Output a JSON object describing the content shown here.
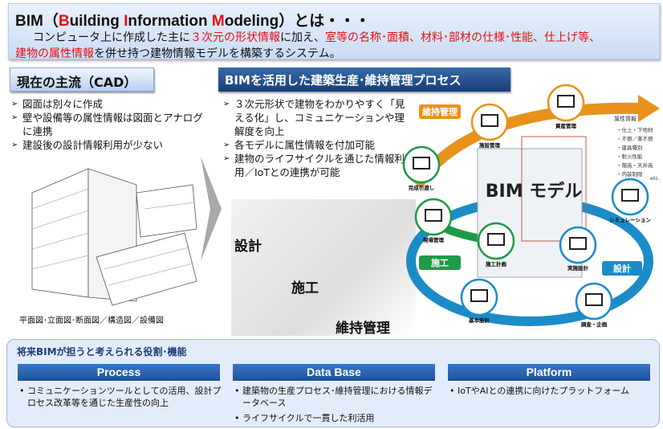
{
  "header": {
    "title_parts": [
      "BIM（",
      "B",
      "uilding ",
      "I",
      "nformation ",
      "M",
      "odeling）とは・・・"
    ],
    "line1_parts": [
      "コンピュータ上に作成した主に",
      "３次元の形状情報",
      "に加え、",
      "室等の名称･面積、材料･部材の仕様･性能、仕上げ等、"
    ],
    "line2_parts": [
      "建物の属性情報",
      "を併せ持つ建物情報モデルを構築するシステム。"
    ]
  },
  "cad": {
    "title": "現在の主流（CAD）",
    "bullets": [
      "図面は別々に作成",
      "壁や設備等の属性情報は図面とアナログに連携",
      "建設後の設計情報利用が少ない"
    ],
    "caption": "平面図･立面図･断面図／構造図／設備図"
  },
  "bim": {
    "title": "BIMを活用した建築生産･維持管理プロセス",
    "bullets": [
      "３次元形状で建物をわかりやすく「見える化」し、コミュニケーションや理解度を向上",
      "各モデルに属性情報を付加可能",
      "建物のライフサイクルを通じた情報利用／IoTとの連携が可能"
    ],
    "phases": [
      "設計",
      "施工",
      "維持管理"
    ]
  },
  "diagram": {
    "center": "BIM モデル",
    "groups": {
      "maintenance": "維持管理",
      "construction": "施工",
      "design": "設計"
    },
    "nodes": [
      "資産管理",
      "施設管理",
      "完成引渡し",
      "現場管理",
      "施工計画",
      "実施設計",
      "シミュレーション",
      "基本設計",
      "調査・企画"
    ],
    "attributes_title": "属性情報",
    "attributes": [
      "・仕上・下地材",
      "・不燃／準不燃",
      "・建具種別",
      "・耐火性能",
      "・階高・天井高",
      "・内装制限"
    ],
    "etc": "etc.",
    "colors": {
      "orange": "#e8921c",
      "green": "#1f9a47",
      "blue": "#1c8cc8"
    }
  },
  "future": {
    "heading": "将来BIMが担うと考えられる役割･機能",
    "columns": [
      {
        "title": "Process",
        "items": [
          "コミュニケーションツールとしての活用、設計プロセス改革等を通じた生産性の向上"
        ]
      },
      {
        "title": "Data Base",
        "items": [
          "建築物の生産プロセス･維持管理における情報データベース",
          "ライフサイクルで一貫した利活用"
        ]
      },
      {
        "title": "Platform",
        "items": [
          "IoTやAIとの連携に向けたプラットフォーム"
        ]
      }
    ]
  }
}
